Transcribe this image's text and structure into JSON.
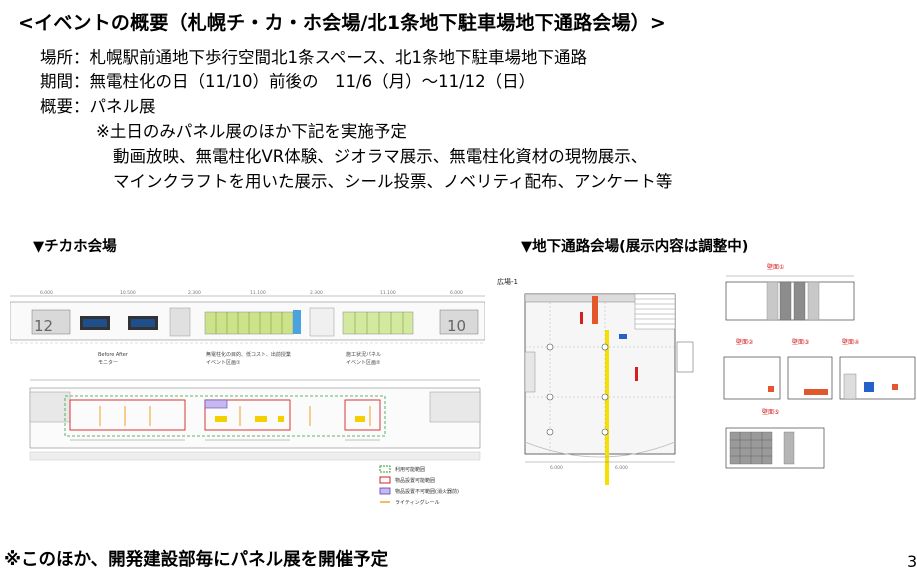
{
  "title": "<イベントの概要（札幌チ・カ・ホ会場/北1条地下駐車場地下通路会場）>",
  "details": {
    "place": "場所：札幌駅前通地下歩行空間北1条スペース、北1条地下駐車場地下通路",
    "period": "期間：無電柱化の日（11/10）前後の　11/6（月）～11/12（日）",
    "summary": "概要：パネル展",
    "weekend_note": "※土日のみパネル展のほか下記を実施予定",
    "activities_1": "動画放映、無電柱化VR体験、ジオラマ展示、無電柱化資材の現物展示、",
    "activities_2": "マインクラフトを用いた展示、シール投票、ノベリティ配布、アンケート等"
  },
  "sections": {
    "left": "▼チカホ会場",
    "right": "▼地下通路会場(展示内容は調整中)"
  },
  "left_plan": {
    "block_12": "12",
    "block_10": "10",
    "label_left": "Before After\nモニター",
    "label_mid": "無電柱化の目的、低コスト、出前授業\nイベント区画①",
    "label_right": "施工状況パネル\nイベント区画②",
    "legend": [
      {
        "label": "利用可能範囲",
        "color": "#2e9e3e"
      },
      {
        "label": "物品設置可能範囲",
        "color": "#d62020"
      },
      {
        "label": "物品設置不可範囲(消火器前)",
        "color": "#5a3fb0"
      },
      {
        "label": "ライティングレール",
        "color": "#f0a020"
      }
    ]
  },
  "right_plan": {
    "area_label": "広場-1",
    "wall_1": "壁面①",
    "wall_2": "壁面②",
    "wall_3": "壁面③",
    "wall_4": "壁面④",
    "wall_5": "壁面⑤"
  },
  "footer": "※このほか、開発建設部毎にパネル展を開催予定",
  "page_number": "3"
}
